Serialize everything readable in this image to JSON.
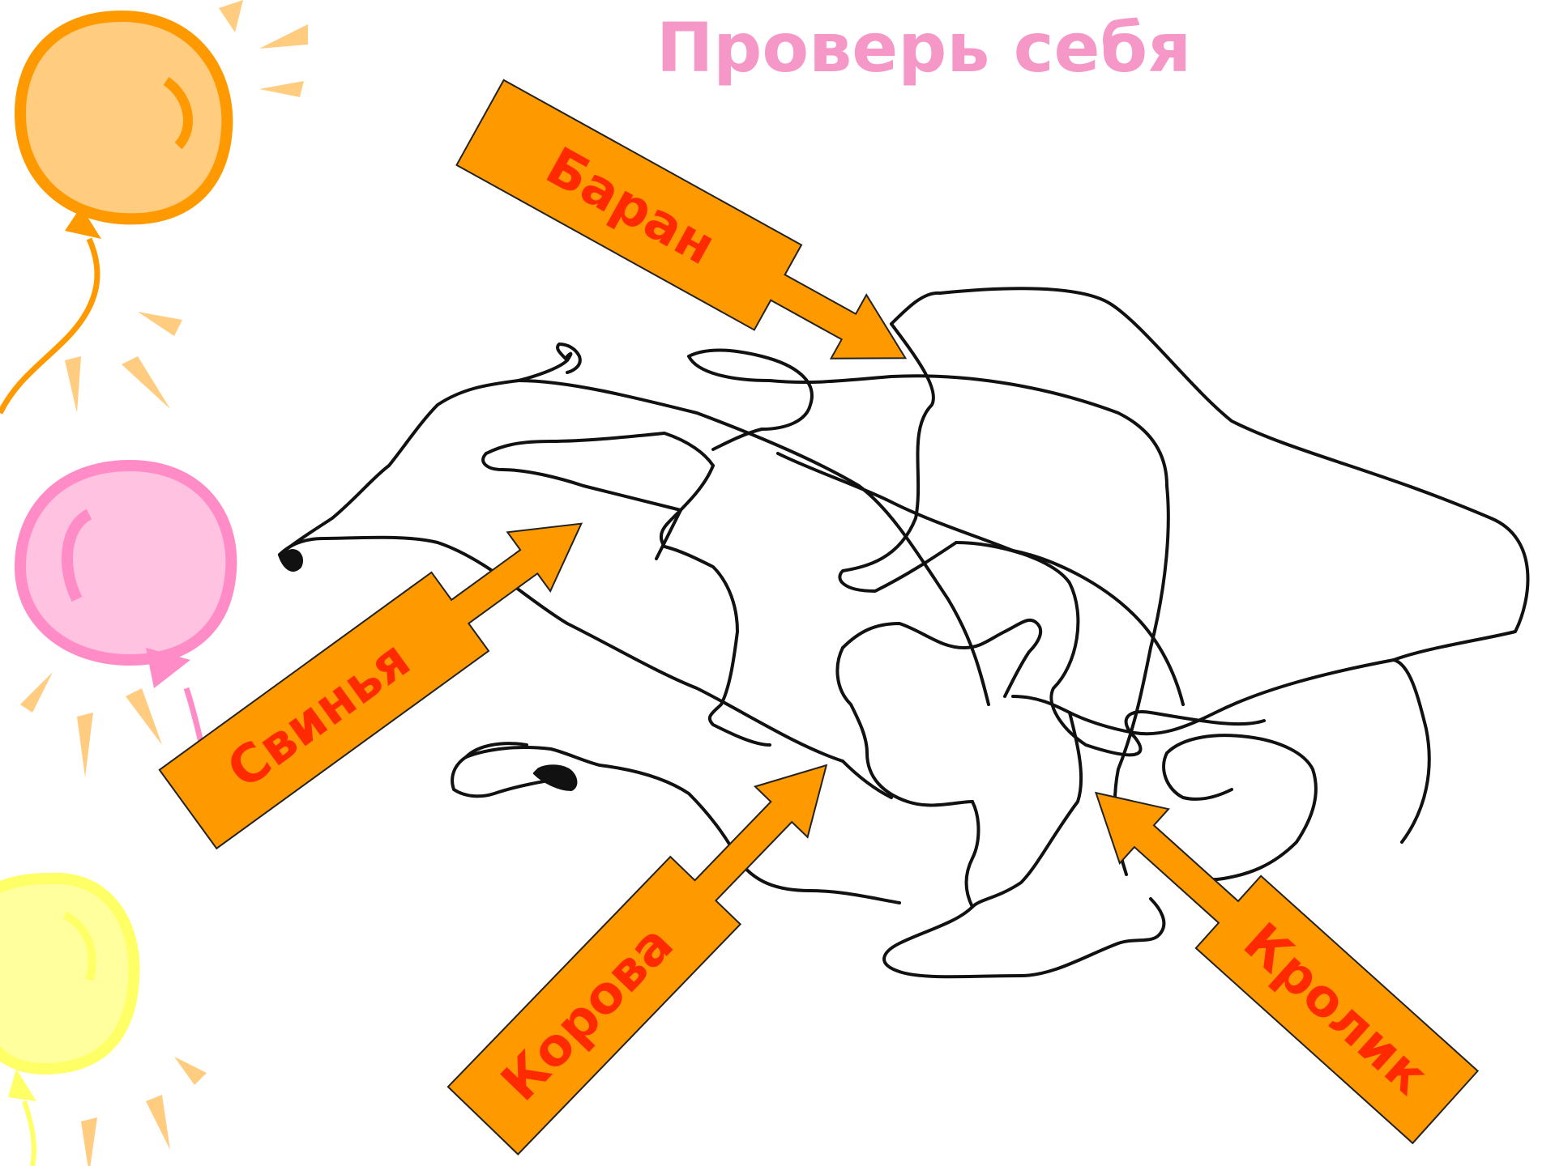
{
  "slide": {
    "title": "Проверь себя",
    "title_color": "#f598c8",
    "arrow_fill": "#ff9900",
    "arrow_stroke": "#222222",
    "label_color": "#ff2a00",
    "labels": {
      "sheep": "Баран",
      "pig": "Свинья",
      "cow": "Корова",
      "rabbit": "Кролик"
    },
    "balloon_colors": {
      "orange": "#ffcc80",
      "orange_edge": "#ff9900",
      "pink": "#ffc2e0",
      "pink_edge": "#ff8cc6",
      "yellow": "#ffff9e",
      "yellow_edge": "#ffff66"
    },
    "balloon_icons": [
      "balloon-orange-icon",
      "balloon-pink-icon",
      "balloon-yellow-icon"
    ]
  }
}
